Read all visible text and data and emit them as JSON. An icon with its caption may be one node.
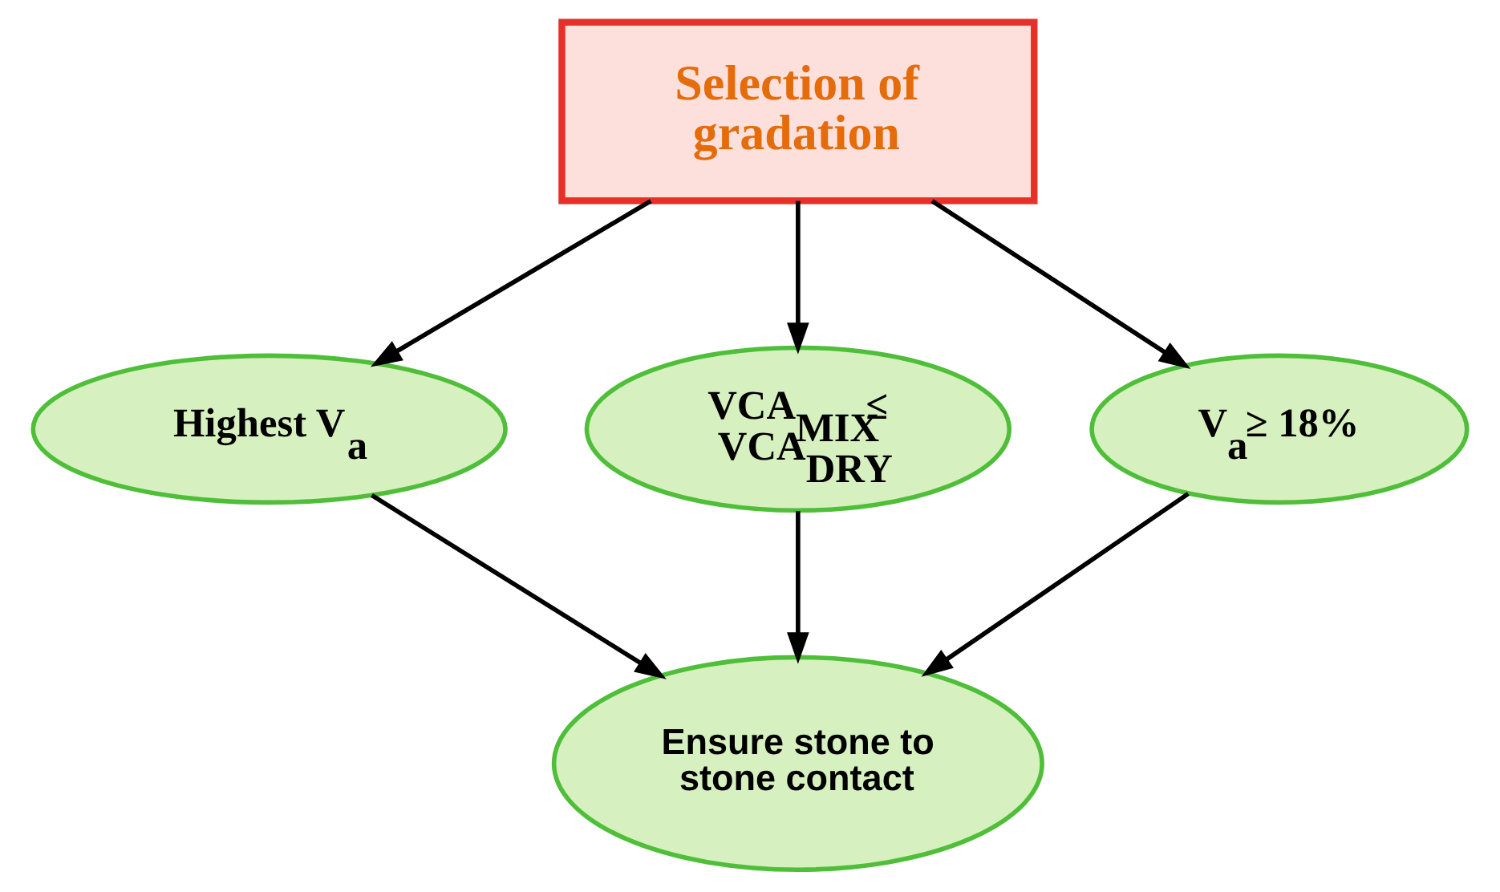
{
  "diagram": {
    "nodes": [
      {
        "text": [
          "Selection of gradation"
        ]
      },
      {
        "text": [
          "Highest V$_{a}$"
        ]
      },
      {
        "text": [
          "VCA$_{MIX}$≤ VCA$_{DRY}$"
        ]
      },
      {
        "text": [
          "V$_{a}$≥ 18%"
        ]
      },
      {
        "text": [
          "Ensure stone to stone contact"
        ]
      }
    ],
    "edges": [
      {
        "from": 0,
        "to": 1,
        "arrow": "to"
      },
      {
        "from": 0,
        "to": 2,
        "arrow": "to"
      },
      {
        "from": 0,
        "to": 3,
        "arrow": "to"
      },
      {
        "from": 1,
        "to": 4,
        "arrow": "to"
      },
      {
        "from": 2,
        "to": 4,
        "arrow": "to"
      },
      {
        "from": 3,
        "to": 4,
        "arrow": "to"
      }
    ]
  }
}
